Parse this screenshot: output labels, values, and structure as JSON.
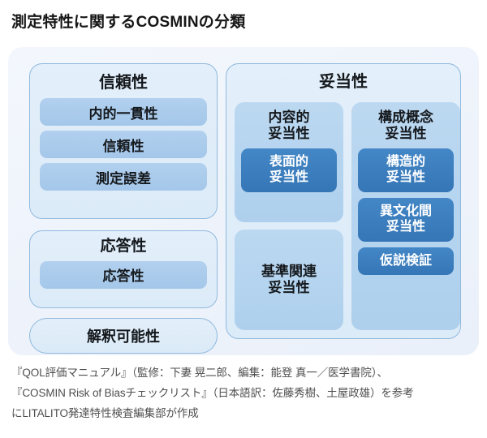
{
  "page_title": "測定特性に関するCOSMINの分類",
  "diagram": {
    "left_column": {
      "reliability_group": {
        "title": "信頼性",
        "items": [
          "内的一貫性",
          "信頼性",
          "測定誤差"
        ]
      },
      "responsiveness_group": {
        "title": "応答性",
        "items": [
          "応答性"
        ]
      },
      "interpretability_box": {
        "label": "解釈可能性"
      }
    },
    "right_column": {
      "validity_group": {
        "title": "妥当性",
        "content_validity": {
          "title_line1": "内容的",
          "title_line2": "妥当性",
          "items": [
            {
              "line1": "表面的",
              "line2": "妥当性"
            }
          ]
        },
        "criterion_validity": {
          "title_line1": "基準関連",
          "title_line2": "妥当性"
        },
        "construct_validity": {
          "title_line1": "構成概念",
          "title_line2": "妥当性",
          "items": [
            {
              "line1": "構造的",
              "line2": "妥当性"
            },
            {
              "line1": "異文化間",
              "line2": "妥当性"
            },
            {
              "line1": "仮説検証",
              "line2": ""
            }
          ]
        }
      }
    }
  },
  "footnote": {
    "line1": "『QOL評価マニュアル』（監修：下妻 晃二郎、編集：能登 真一／医学書院）、",
    "line2": "『COSMIN Risk of Biasチェックリスト』（日本語訳：佐藤秀樹、土屋政雄）を参考",
    "line3": "にLITALITO発達特性検査編集部が作成"
  },
  "colors": {
    "background": "#ffffff",
    "panel_background": "#eff4fb",
    "group_fill": "#e0edf9",
    "group_border": "#8fb9dd",
    "pill_fill": "#a9cbeb",
    "subcard_fill": "#b5d4ef",
    "deep_pill_fill": "#3b7cbd",
    "deep_pill_text": "#ffffff",
    "title_text": "#161616",
    "footnote_text": "#4e4e4e"
  }
}
